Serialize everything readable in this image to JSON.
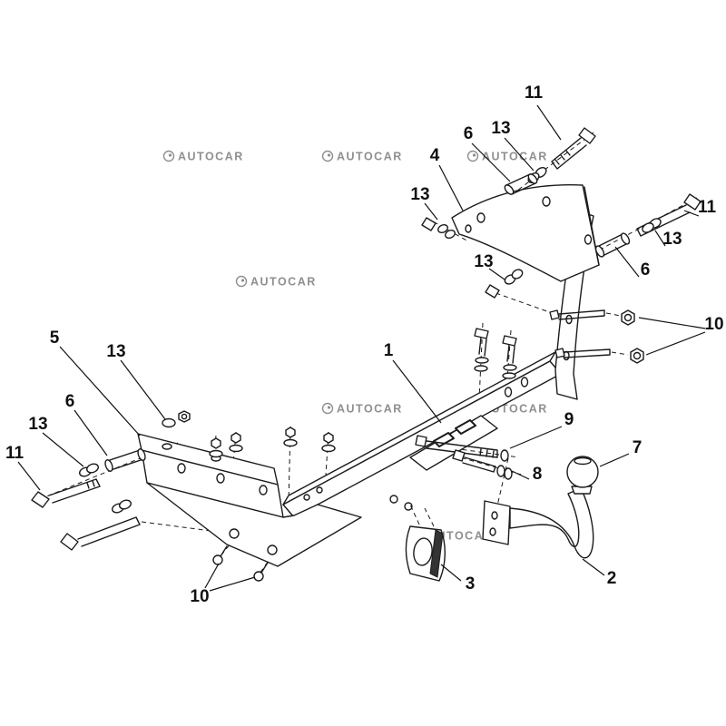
{
  "figure": {
    "type": "exploded-assembly-technical-drawing",
    "subject": "tow bar / trailer hitch mounting kit"
  },
  "colors": {
    "line": "#1b1b1b",
    "watermark": "#8f8f8f",
    "background": "#ffffff"
  },
  "watermark": {
    "text": "AUTOCAR"
  },
  "part_labels": [
    {
      "text": "11"
    },
    {
      "text": "13"
    },
    {
      "text": "6"
    },
    {
      "text": "4"
    },
    {
      "text": "13"
    },
    {
      "text": "11"
    },
    {
      "text": "13"
    },
    {
      "text": "6"
    },
    {
      "text": "13"
    },
    {
      "text": "1"
    },
    {
      "text": "10"
    },
    {
      "text": "5"
    },
    {
      "text": "13"
    },
    {
      "text": "6"
    },
    {
      "text": "13"
    },
    {
      "text": "11"
    },
    {
      "text": "9"
    },
    {
      "text": "8"
    },
    {
      "text": "7"
    },
    {
      "text": "2"
    },
    {
      "text": "3"
    },
    {
      "text": "10"
    }
  ]
}
